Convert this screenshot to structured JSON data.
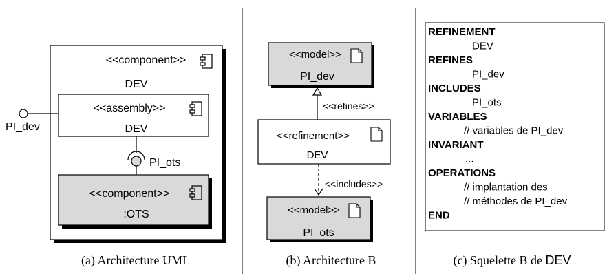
{
  "panel_a": {
    "outer_stereotype": "<<component>>",
    "outer_name": "DEV",
    "assembly_stereotype": "<<assembly>>",
    "assembly_name": "DEV",
    "provided_interface": "PI_dev",
    "required_interface": "PI_ots",
    "inner_stereotype": "<<component>>",
    "inner_name": ":OTS",
    "caption": "(a)  Architecture UML"
  },
  "panel_b": {
    "model_top_stereotype": "<<model>>",
    "model_top_name": "PI_dev",
    "refines_label": "<<refines>>",
    "refinement_stereotype": "<<refinement>>",
    "refinement_name": "DEV",
    "includes_label": "<<includes>>",
    "model_bottom_stereotype": "<<model>>",
    "model_bottom_name": "PI_ots",
    "caption": "(b)  Architecture B"
  },
  "panel_c": {
    "lines": [
      {
        "text": "REFINEMENT",
        "bold": true,
        "indent": 0
      },
      {
        "text": "DEV",
        "bold": false,
        "indent": 1
      },
      {
        "text": "REFINES",
        "bold": true,
        "indent": 0
      },
      {
        "text": "PI_dev",
        "bold": false,
        "indent": 1
      },
      {
        "text": "INCLUDES",
        "bold": true,
        "indent": 0
      },
      {
        "text": "PI_ots",
        "bold": false,
        "indent": 1
      },
      {
        "text": "VARIABLES",
        "bold": true,
        "indent": 0
      },
      {
        "text": "//  variables de PI_dev",
        "bold": false,
        "indent": 2
      },
      {
        "text": "INVARIANT",
        "bold": true,
        "indent": 0
      },
      {
        "text": "...",
        "bold": false,
        "indent": 3
      },
      {
        "text": "OPERATIONS",
        "bold": true,
        "indent": 0
      },
      {
        "text": "//  implantation des",
        "bold": false,
        "indent": 2
      },
      {
        "text": "//  méthodes de PI_dev",
        "bold": false,
        "indent": 2
      },
      {
        "text": "END",
        "bold": true,
        "indent": 0
      }
    ],
    "caption_prefix": "(c)  Squelette B de ",
    "caption_name": "DEV"
  },
  "colors": {
    "gray_fill": "#d9d9d9",
    "white_fill": "#ffffff",
    "stroke": "#000000"
  }
}
